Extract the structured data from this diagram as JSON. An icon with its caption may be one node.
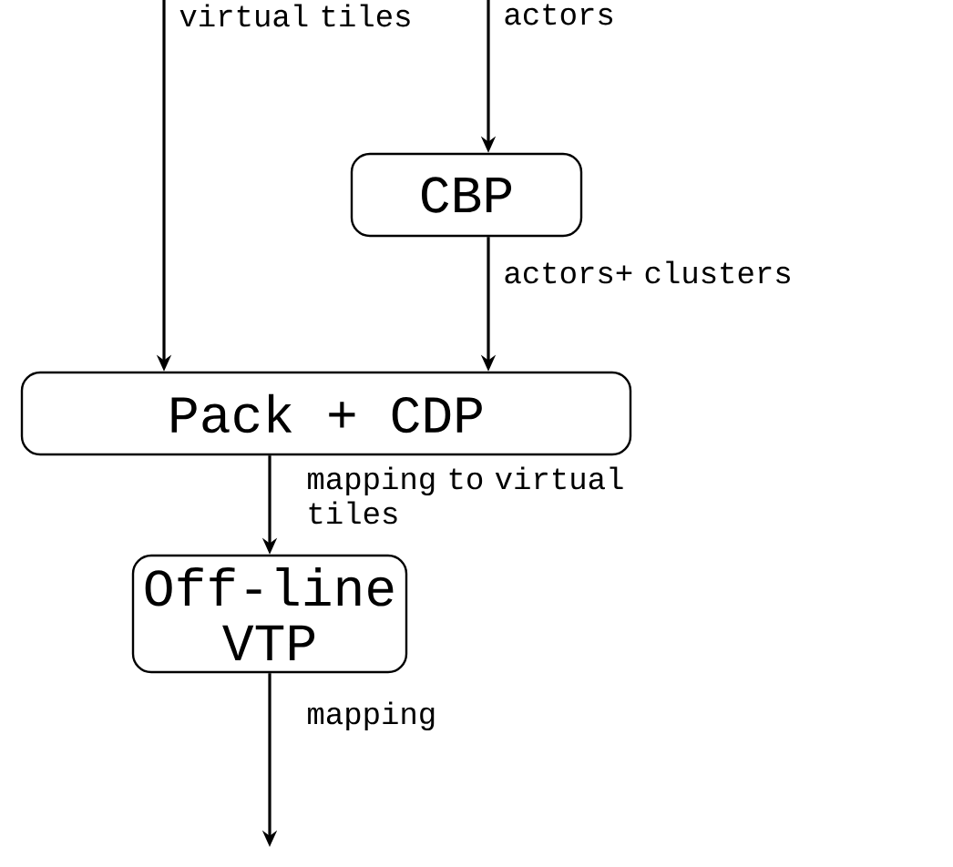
{
  "diagram": {
    "nodes": [
      {
        "text": [
          "CBP"
        ]
      },
      {
        "text": [
          "Pack + CDP"
        ]
      },
      {
        "text": [
          "Off-line VTP"
        ]
      }
    ],
    "edges": [
      {
        "from": null,
        "to": 1,
        "arrow": "to",
        "label": "virtual tiles"
      },
      {
        "from": null,
        "to": 0,
        "arrow": "to",
        "label": "actors"
      },
      {
        "from": 0,
        "to": 1,
        "arrow": "to",
        "label": "actors+ clusters"
      },
      {
        "from": 1,
        "to": 2,
        "arrow": "to",
        "label": "mapping to virtual tiles"
      },
      {
        "from": 2,
        "to": null,
        "arrow": "to",
        "label": "mapping"
      }
    ]
  }
}
